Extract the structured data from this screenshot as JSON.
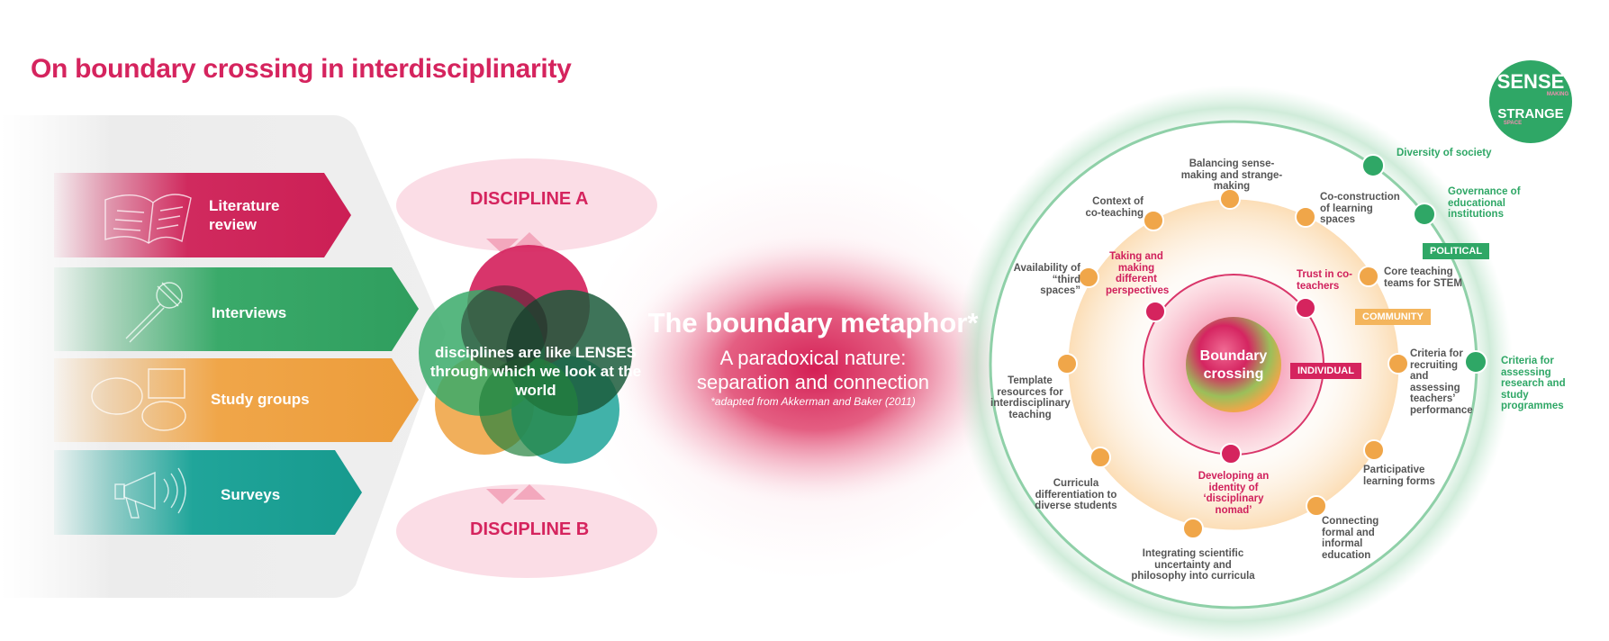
{
  "title": "On boundary crossing in interdisciplinarity",
  "methods": [
    {
      "label": "Literature review",
      "color": "#d02a5e",
      "icon": "book-icon"
    },
    {
      "label": "Interviews",
      "color": "#3aaa6a",
      "icon": "microphone-icon"
    },
    {
      "label": "Study groups",
      "color": "#f0a649",
      "icon": "speech-bubbles-icon"
    },
    {
      "label": "Surveys",
      "color": "#20a59a",
      "icon": "megaphone-icon"
    }
  ],
  "disciplines": {
    "a": "DISCIPLINE A",
    "b": "DISCIPLINE B"
  },
  "lenses_text": "disciplines are like LENSES through which we look at the world",
  "metaphor": {
    "title": "The boundary metaphor*",
    "subtitle_line1": "A paradoxical nature:",
    "subtitle_line2": "separation and connection",
    "note": "*adapted from Akkerman and Baker (2011)"
  },
  "center": {
    "line1": "Boundary",
    "line2": "crossing"
  },
  "levels": {
    "individual": "INDIVIDUAL",
    "community": "COMMUNITY",
    "political": "POLITICAL"
  },
  "individual_items": [
    "Taking and making different perspectives",
    "Trust in co-teachers",
    "Developing an identity of ‘disciplinary nomad’"
  ],
  "community_items": [
    "Balancing sense-making and strange-making",
    "Co-construction of learning spaces",
    "Core teaching teams for STEM",
    "Criteria for recruiting and assessing teachers’ performance",
    "Participative learning forms",
    "Connecting formal and informal education",
    "Integrating scientific uncertainty and philosophy into curricula",
    "Curricula differentiation to diverse students",
    "Template resources for interdisciplinary teaching",
    "Availability of “third spaces”",
    "Context of co-teaching"
  ],
  "political_items": [
    "Diversity of society",
    "Governance of educational institutions",
    "Criteria for assessing research and study programmes"
  ],
  "logo": {
    "top": "SENSE",
    "bottom": "STRANGE",
    "mid": "MAKING",
    "small": "SPACE"
  },
  "colors": {
    "pink": "#d5245e",
    "green": "#3aaa6a",
    "orange": "#f0a649",
    "teal": "#20a59a"
  }
}
